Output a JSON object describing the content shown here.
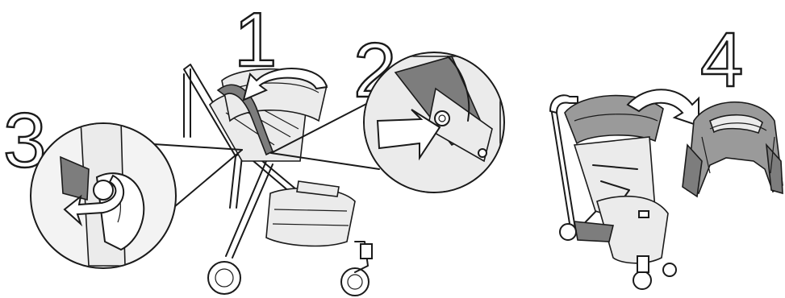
{
  "steps": [
    {
      "label": "1"
    },
    {
      "label": "2"
    },
    {
      "label": "3"
    },
    {
      "label": "4"
    }
  ],
  "colors": {
    "canopy_grey": "#9a9a9a",
    "dark_grey": "#7d7d7d",
    "light_grey": "#ebebeb",
    "outline": "#1a1a1a"
  },
  "icons": [
    "stroller-illustration",
    "canopy-rotate-arrow",
    "push-arrow",
    "twist-arrow",
    "detached-canopy-arrow"
  ]
}
